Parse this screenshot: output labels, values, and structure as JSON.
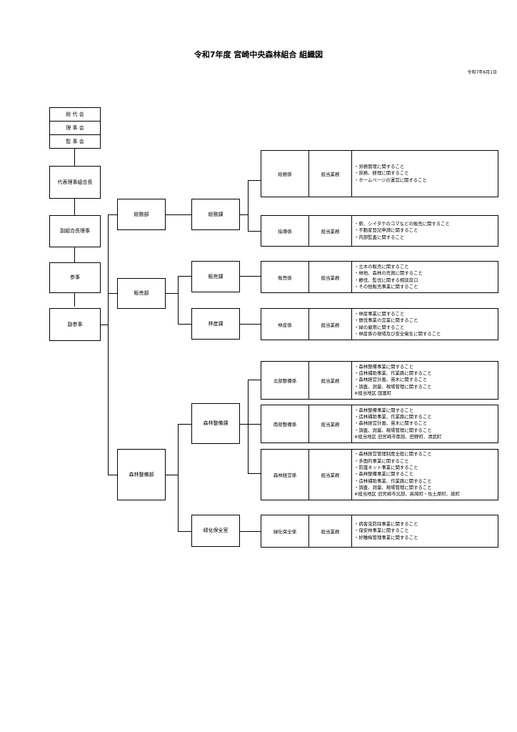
{
  "title": "令和7年度 宮崎中央森林組合 組織図",
  "date": "令和7年6月1日",
  "governance": [
    "総 代 会",
    "理 事 会",
    "監 事 会"
  ],
  "executives": [
    "代表理事組合長",
    "副組合長理事",
    "参事",
    "副参事"
  ],
  "departments": [
    "総務部",
    "販売部",
    "森林整備部"
  ],
  "sections": [
    "総務課",
    "販売課",
    "林産課",
    "森林整備課",
    "緑化保全室"
  ],
  "duty_label": "担当業務",
  "units": [
    {
      "name": "総務係",
      "duties": [
        "・労務管理に関すること",
        "・庶務、経理に関すること",
        "・ホームページの運営に関すること"
      ]
    },
    {
      "name": "指導係",
      "duties": [
        "・薪、シイタケのコマなどの販売に関すること",
        "・不動産登記申請に関すること",
        "・内部監査に関すること"
      ]
    },
    {
      "name": "販売係",
      "duties": [
        "・立木の販売に関すること",
        "・林地、森林の売買に関すること",
        "・静伐、監伐に関する相談窓口",
        "・その他販売事業に関すること"
      ]
    },
    {
      "name": "林産係",
      "duties": [
        "・林産事業に関すること",
        "・間伐事業の営業に関すること",
        "・緑の雇用に関すること",
        "・林産係の現場及び安全衛生に関すること"
      ]
    },
    {
      "name": "北部整備係",
      "duties": [
        "・森林整備事業に関すること",
        "・造林補助事業、作業路に関すること",
        "・森林経営計画、苗木に関すること",
        "・調査、測量、現場管理に関すること",
        "※担当地区 国富町"
      ]
    },
    {
      "name": "南部整備係",
      "duties": [
        "・森林整備事業に関すること",
        "・造林補助事業、作業路に関すること",
        "・森林経営計画、苗木に関すること",
        "・調査、測量、現場管理に関すること",
        "※担当地区 旧宮崎市南部、田野町、清武町"
      ]
    },
    {
      "name": "森林経営係",
      "duties": [
        "・森林経営管理制度全般に関すること",
        "・多面的事業に関すること",
        "・防護ネット事業に関すること",
        "・森林整備事業に関すること",
        "・造林補助事業、作業路に関すること",
        "・調査、測量、現場管理に関すること",
        "※担当地区 旧宮崎市北部、高岡町・佐土原町、綾町"
      ]
    },
    {
      "name": "緑化保全係",
      "duties": [
        "・病害虫防除事業に関すること",
        "・保安林事業に関すること",
        "・好睡梅管理事業に関すること"
      ]
    }
  ]
}
